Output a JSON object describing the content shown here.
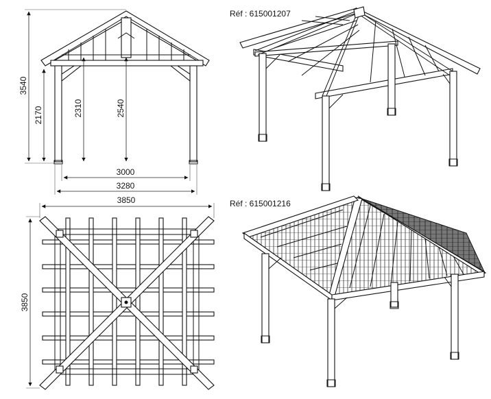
{
  "references": {
    "open_gazebo": "Réf : 615001207",
    "roofed_gazebo": "Réf : 615001216"
  },
  "elevation": {
    "total_height": "3540",
    "eave_height": "2170",
    "beam_height": "2310",
    "ridge_height": "2540",
    "post_span": "3000",
    "overall_width": "3280"
  },
  "plan": {
    "width": "3850",
    "depth": "3850"
  },
  "colors": {
    "line": "#111111",
    "background": "#ffffff",
    "roof_dark": "#444444"
  }
}
